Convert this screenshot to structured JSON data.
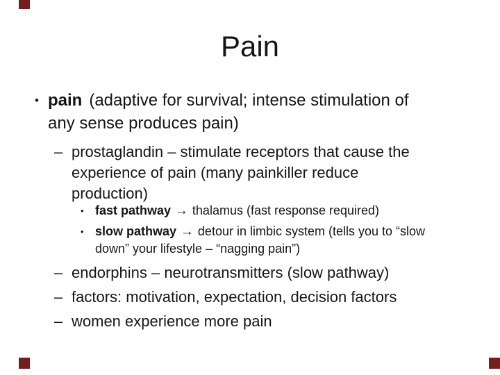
{
  "slide": {
    "title": "Pain",
    "accent_color": "#771d1d",
    "text_color": "#151515",
    "background_color": "#ffffff"
  },
  "bullets": {
    "b1": {
      "marker": "•",
      "bold": "pain",
      "line1_rest": "(adaptive for survival; intense stimulation of",
      "line2": "any sense produces pain)"
    },
    "b2": {
      "marker": "–",
      "line1": "prostaglandin – stimulate receptors that cause the",
      "line2": "experience of pain (many painkiller reduce",
      "line3": "production)"
    },
    "b3": {
      "marker": "•",
      "bold": "fast pathway",
      "arrow": "→",
      "rest": "thalamus (fast response required)"
    },
    "b4": {
      "marker": "•",
      "bold": "slow pathway",
      "arrow": "→",
      "line1_rest": "detour in limbic system (tells you to “slow",
      "line2": "down” your lifestyle – “nagging pain”)"
    },
    "b5": {
      "marker": "–",
      "text": "endorphins – neurotransmitters (slow pathway)"
    },
    "b6": {
      "marker": "–",
      "text": "factors: motivation, expectation, decision factors"
    },
    "b7": {
      "marker": "–",
      "text": "women experience more pain"
    }
  }
}
